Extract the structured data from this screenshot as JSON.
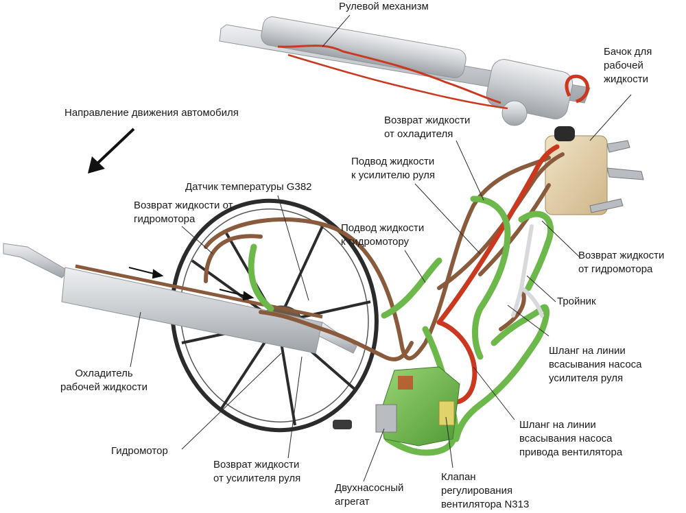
{
  "labels": {
    "steering_gear": "Рулевой механизм",
    "reservoir": "Бачок для\nрабочей\nжидкости",
    "direction": "Направление движения автомобиля",
    "return_from_cooler": "Возврат жидкости\nот охладителя",
    "supply_to_booster": "Подвод жидкости\nк усилителю руля",
    "temp_sensor": "Датчик температуры G382",
    "return_from_motor_left": "Возврат жидкости от\nгидромотора",
    "supply_to_motor": "Подвод жидкости\nк гидромотору",
    "return_from_motor_right": "Возврат жидкости\nот гидромотора",
    "tee": "Тройник",
    "hose_steering_pump": "Шланг на линии\nвсасывания насоса\nусилителя руля",
    "cooler": "Охладитель\nрабочей жидкости",
    "hose_fan_pump": "Шланг на линии\nвсасывания насоса\nпривода вентилятора",
    "hydromotor": "Гидромотор",
    "return_from_booster": "Возврат жидкости\nот усилителя руля",
    "dual_pump": "Двухнасосный\nагрегат",
    "fan_valve": "Клапан\nрегулирования\nвентилятора N313"
  },
  "colors": {
    "leader": "#2a2a2a",
    "red_line": "#c9381f",
    "brown_line": "#8a5a3c",
    "green_line": "#6cb84a",
    "metal": "#c9ccd0",
    "reservoir": "#e2cfa8",
    "fan": "#2b2b2b"
  }
}
